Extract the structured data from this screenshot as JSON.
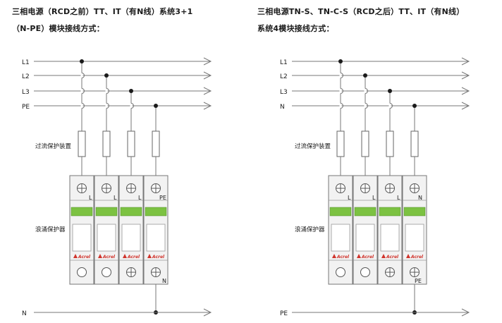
{
  "left": {
    "title_line1": "三相电源（RCD之前）TT、IT（有N线）系统3+1",
    "title_line2": "（N-PE）模块接线方式：",
    "lines": [
      "L1",
      "L2",
      "L3",
      "PE"
    ],
    "fuse_label": "过流保护装置",
    "spd_label": "浪涌保护器",
    "module_top_labels": [
      "L",
      "L",
      "L",
      "PE"
    ],
    "module_bottom_label": "N",
    "bottom_line": "N",
    "brand": "Acrel"
  },
  "right": {
    "title_line1": "三相电源TN-S、TN-C-S（RCD之后）TT、IT（有N线）",
    "title_line2": "系统4模块接线方式：",
    "lines": [
      "L1",
      "L2",
      "L3",
      "N"
    ],
    "fuse_label": "过流保护装置",
    "spd_label": "浪涌保护器",
    "module_top_labels": [
      "L",
      "L",
      "L",
      "N"
    ],
    "module_bottom_label": "PE",
    "bottom_line": "PE",
    "brand": "Acrel"
  },
  "colors": {
    "line": "#777777",
    "indicator": "#7cc242",
    "brand": "#d0342c",
    "box": "#f2f2f2",
    "ink": "#1a1a1a"
  }
}
